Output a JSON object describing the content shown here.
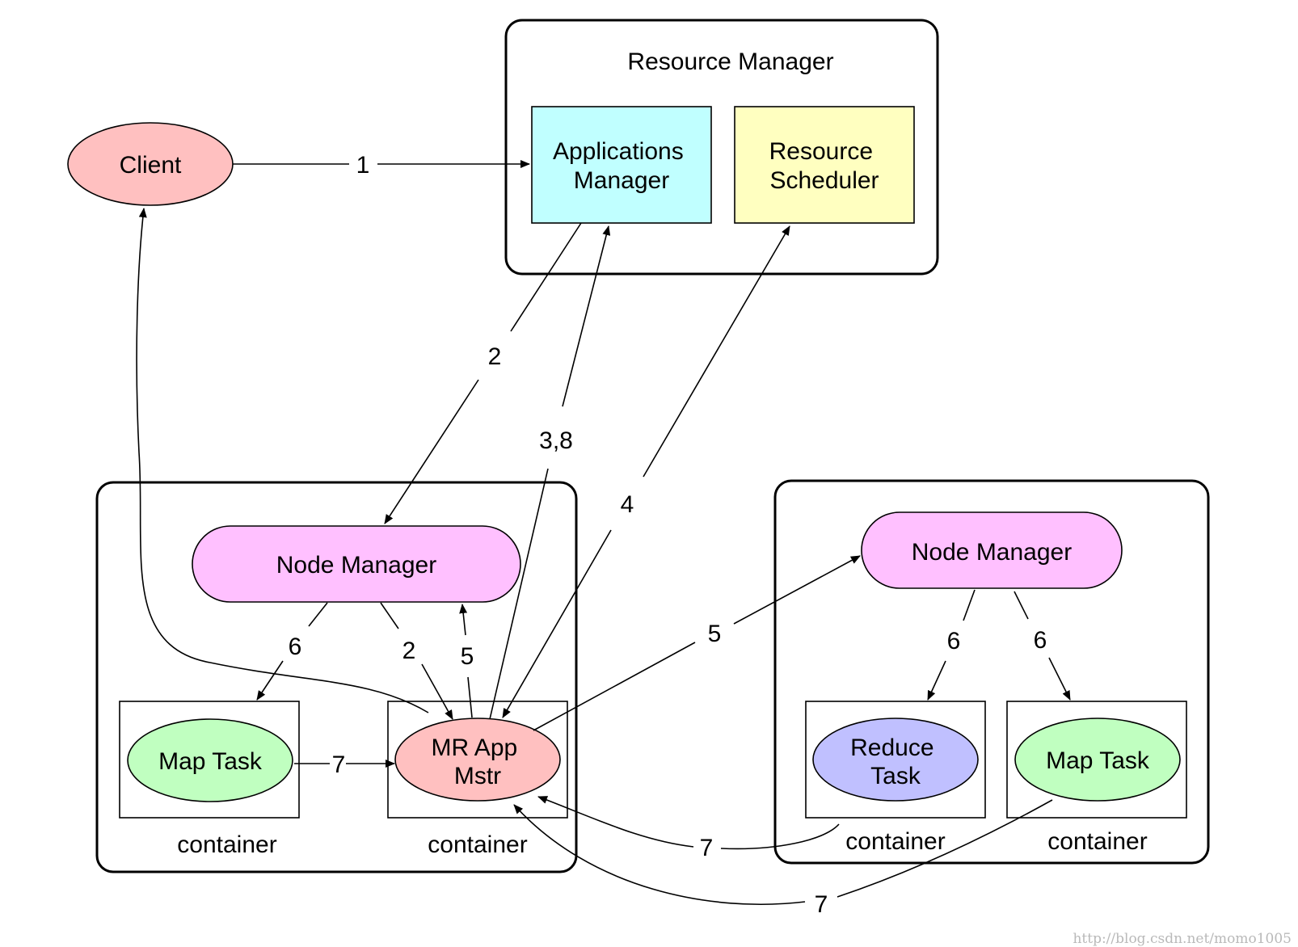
{
  "resource_manager": {
    "title": "Resource Manager",
    "applications_manager": [
      "Applications",
      "Manager"
    ],
    "resource_scheduler": [
      "Resource",
      "Scheduler"
    ]
  },
  "client": {
    "label": "Client"
  },
  "left_node": {
    "node_manager": "Node Manager",
    "map_task": "Map Task",
    "mr_app_master": [
      "MR App",
      "Mstr"
    ],
    "container_captions": [
      "container",
      "container"
    ]
  },
  "right_node": {
    "node_manager": "Node Manager",
    "reduce_task": [
      "Reduce",
      "Task"
    ],
    "map_task": "Map Task",
    "container_captions": [
      "container",
      "container"
    ]
  },
  "edges": {
    "client_to_am": "1",
    "am_to_left_nm": "2",
    "am_mr": "3,8",
    "scheduler_mr": "4",
    "left_nm_to_map": "6",
    "left_nm_to_mr": "2",
    "mr_to_left_nm": "5",
    "mr_to_right_nm": "5",
    "right_nm_to_reduce": "6",
    "right_nm_to_map": "6",
    "map_to_mr": "7",
    "reduce_to_mr": "7",
    "right_map_to_mr": "7"
  },
  "colors": {
    "client": "#ffc0c0",
    "applications_manager": "#c0ffff",
    "resource_scheduler": "#ffffc0",
    "node_manager": "#ffc0ff",
    "map_task": "#c0ffc0",
    "mr_app_master": "#ffc0c0",
    "reduce_task": "#c0c0ff"
  },
  "watermark": "http://blog.csdn.net/momo1005"
}
